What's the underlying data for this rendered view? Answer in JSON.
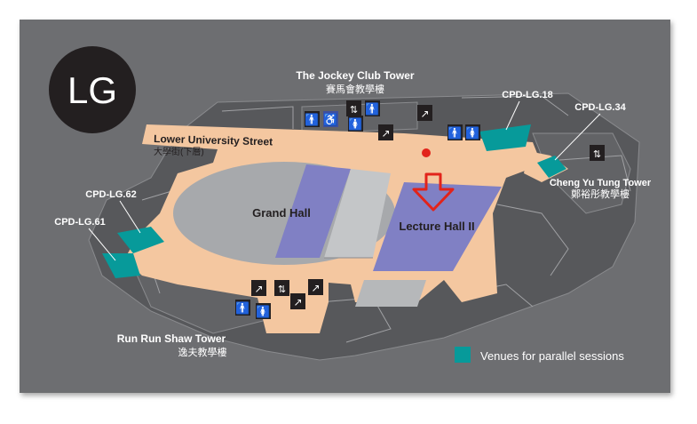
{
  "floor_badge": "LG",
  "buildings": {
    "jockey_club_en": "The Jockey Club Tower",
    "jockey_club_zh": "賽馬會教學樓",
    "cheng_yu_tung_en": "Cheng Yu Tung Tower",
    "cheng_yu_tung_zh": "鄭裕彤教學樓",
    "run_run_shaw_en": "Run Run Shaw Tower",
    "run_run_shaw_zh": "逸夫教學樓"
  },
  "street": {
    "en": "Lower University Street",
    "zh": "大學街(下層)"
  },
  "halls": {
    "grand_hall": "Grand Hall",
    "lecture_hall": "Lecture Hall II"
  },
  "venues": {
    "cpd_lg_18": "CPD-LG.18",
    "cpd_lg_34": "CPD-LG.34",
    "cpd_lg_62": "CPD-LG.62",
    "cpd_lg_61": "CPD-LG.61"
  },
  "legend": {
    "label": "Venues for parallel sessions",
    "color": "#079a9a"
  },
  "colors": {
    "background": "#6d6e71",
    "building": "#57585b",
    "corridor": "#f4c7a0",
    "grand_hall": "#a7a9ac",
    "lecture_hall": "#8080c4",
    "venue": "#079a9a",
    "marker": "#e2231a"
  }
}
